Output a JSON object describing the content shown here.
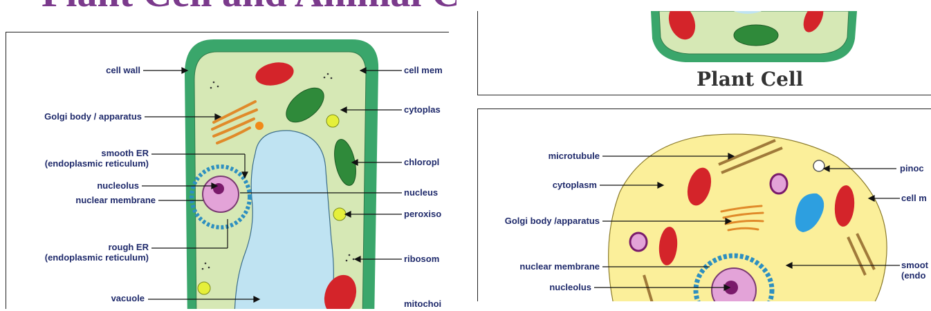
{
  "title_fragment": "Plant Cell and Animal C",
  "plant_panel": {
    "labels": {
      "cell_wall": "cell wall",
      "golgi": "Golgi body / apparatus",
      "smooth_er_1": "smooth ER",
      "smooth_er_2": "(endoplasmic reticulum)",
      "nucleolus": "nucleolus",
      "nuclear_membrane": "nuclear membrane",
      "rough_er_1": "rough ER",
      "rough_er_2": "(endoplasmic reticulum)",
      "vacuole": "vacuole",
      "cell_membrane": "cell mem",
      "cytoplasm": "cytoplas",
      "chloroplast": "chloropl",
      "nucleus": "nucleus",
      "peroxisome": "peroxiso",
      "ribosome": "ribosom",
      "mitochondria": "mitochoi"
    }
  },
  "plant_cell_title": "Plant Cell",
  "animal_panel": {
    "labels": {
      "microtubule": "microtubule",
      "cytoplasm": "cytoplasm",
      "golgi": "Golgi body /apparatus",
      "nuclear_membrane": "nuclear membrane",
      "nucleolus": "nucleolus",
      "pinocytic": "pinoc",
      "cell_membrane": "cell m",
      "smooth_1": "smoot",
      "smooth_2": "(endo"
    }
  },
  "colors": {
    "label_text": "#1f2a6b",
    "title_purple": "#7b3a8c",
    "cell_wall_green": "#3aa66b",
    "cytoplasm_green": "#d6e8b5",
    "vacuole_blue": "#bfe3f2",
    "animal_yellow": "#fbef9a",
    "mitochondria_red": "#d4242a",
    "nucleus_pink": "#e3a3d8",
    "er_blue": "#2d8fc0"
  }
}
